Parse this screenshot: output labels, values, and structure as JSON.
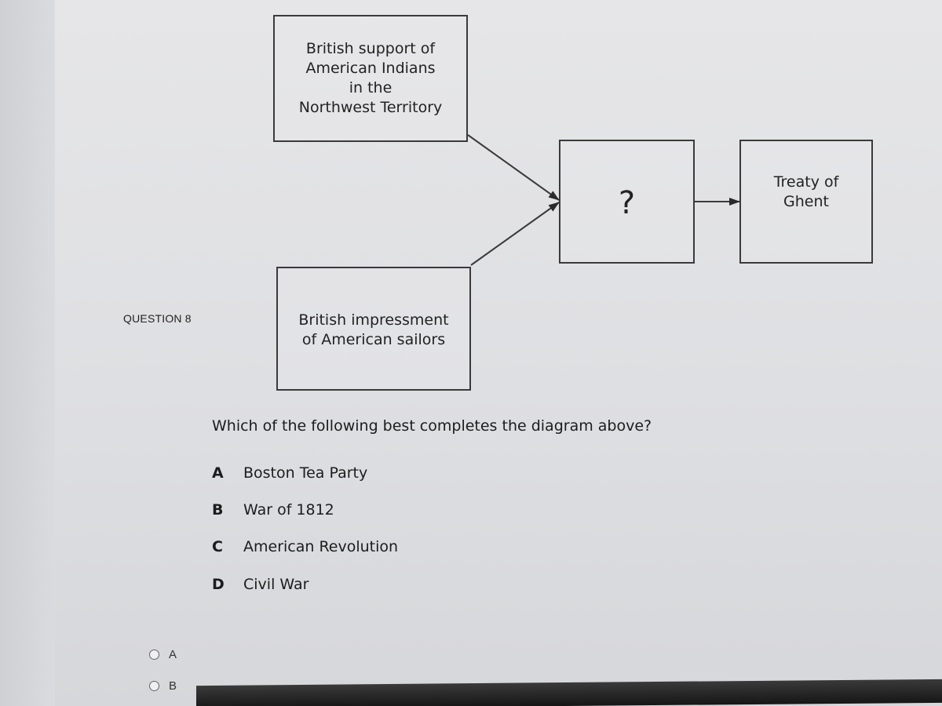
{
  "question": {
    "label": "QUESTION 8",
    "prompt": "Which of the following best completes the diagram above?"
  },
  "diagram": {
    "box_support": "British support of\nAmerican Indians\nin the\nNorthwest Territory",
    "box_impressment": "British impressment\nof American sailors",
    "box_unknown": "?",
    "box_ghent": "Treaty of\nGhent"
  },
  "choices": [
    {
      "letter": "A",
      "text": "Boston Tea Party"
    },
    {
      "letter": "B",
      "text": "War of 1812"
    },
    {
      "letter": "C",
      "text": "American Revolution"
    },
    {
      "letter": "D",
      "text": "Civil War"
    }
  ],
  "answers": [
    {
      "label": "A"
    },
    {
      "label": "B"
    }
  ],
  "colors": {
    "background": "#e0e1e4",
    "line": "#3a3a3a"
  }
}
